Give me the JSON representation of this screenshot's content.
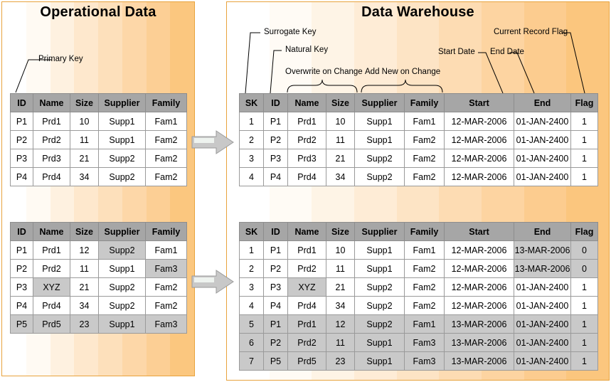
{
  "panels": {
    "left": {
      "title": "Operational Data"
    },
    "right": {
      "title": "Data Warehouse"
    }
  },
  "annotations": {
    "primary_key": "Primary Key",
    "surrogate_key": "Surrogate Key",
    "natural_key": "Natural Key",
    "overwrite_on_change": "Overwrite on Change",
    "add_new_on_change": "Add New on Change",
    "start_date": "Start Date",
    "end_date": "End Date",
    "current_record_flag": "Current Record Flag"
  },
  "arrows": {
    "top": "right-arrow",
    "bottom": "right-arrow"
  },
  "tables": {
    "op_before": {
      "columns": [
        "ID",
        "Name",
        "Size",
        "Supplier",
        "Family"
      ],
      "rows": [
        {
          "cells": [
            "P1",
            "Prd1",
            "10",
            "Supp1",
            "Fam1"
          ],
          "row_highlight": false,
          "cell_highlight": []
        },
        {
          "cells": [
            "P2",
            "Prd2",
            "11",
            "Supp1",
            "Fam2"
          ],
          "row_highlight": false,
          "cell_highlight": []
        },
        {
          "cells": [
            "P3",
            "Prd3",
            "21",
            "Supp2",
            "Fam2"
          ],
          "row_highlight": false,
          "cell_highlight": []
        },
        {
          "cells": [
            "P4",
            "Prd4",
            "34",
            "Supp2",
            "Fam2"
          ],
          "row_highlight": false,
          "cell_highlight": []
        }
      ]
    },
    "op_after": {
      "columns": [
        "ID",
        "Name",
        "Size",
        "Supplier",
        "Family"
      ],
      "rows": [
        {
          "cells": [
            "P1",
            "Prd1",
            "12",
            "Supp2",
            "Fam1"
          ],
          "row_highlight": false,
          "cell_highlight": [
            3
          ]
        },
        {
          "cells": [
            "P2",
            "Prd2",
            "11",
            "Supp1",
            "Fam3"
          ],
          "row_highlight": false,
          "cell_highlight": [
            4
          ]
        },
        {
          "cells": [
            "P3",
            "XYZ",
            "21",
            "Supp2",
            "Fam2"
          ],
          "row_highlight": false,
          "cell_highlight": [
            1
          ]
        },
        {
          "cells": [
            "P4",
            "Prd4",
            "34",
            "Supp2",
            "Fam2"
          ],
          "row_highlight": false,
          "cell_highlight": []
        },
        {
          "cells": [
            "P5",
            "Prd5",
            "23",
            "Supp1",
            "Fam3"
          ],
          "row_highlight": true,
          "cell_highlight": []
        }
      ]
    },
    "dw_before": {
      "columns": [
        "SK",
        "ID",
        "Name",
        "Size",
        "Supplier",
        "Family",
        "Start",
        "End",
        "Flag"
      ],
      "rows": [
        {
          "cells": [
            "1",
            "P1",
            "Prd1",
            "10",
            "Supp1",
            "Fam1",
            "12-MAR-2006",
            "01-JAN-2400",
            "1"
          ],
          "row_highlight": false,
          "cell_highlight": []
        },
        {
          "cells": [
            "2",
            "P2",
            "Prd2",
            "11",
            "Supp1",
            "Fam2",
            "12-MAR-2006",
            "01-JAN-2400",
            "1"
          ],
          "row_highlight": false,
          "cell_highlight": []
        },
        {
          "cells": [
            "3",
            "P3",
            "Prd3",
            "21",
            "Supp2",
            "Fam2",
            "12-MAR-2006",
            "01-JAN-2400",
            "1"
          ],
          "row_highlight": false,
          "cell_highlight": []
        },
        {
          "cells": [
            "4",
            "P4",
            "Prd4",
            "34",
            "Supp2",
            "Fam2",
            "12-MAR-2006",
            "01-JAN-2400",
            "1"
          ],
          "row_highlight": false,
          "cell_highlight": []
        }
      ]
    },
    "dw_after": {
      "columns": [
        "SK",
        "ID",
        "Name",
        "Size",
        "Supplier",
        "Family",
        "Start",
        "End",
        "Flag"
      ],
      "rows": [
        {
          "cells": [
            "1",
            "P1",
            "Prd1",
            "10",
            "Supp1",
            "Fam1",
            "12-MAR-2006",
            "13-MAR-2006",
            "0"
          ],
          "row_highlight": false,
          "cell_highlight": [
            7,
            8
          ]
        },
        {
          "cells": [
            "2",
            "P2",
            "Prd2",
            "11",
            "Supp1",
            "Fam2",
            "12-MAR-2006",
            "13-MAR-2006",
            "0"
          ],
          "row_highlight": false,
          "cell_highlight": [
            7,
            8
          ]
        },
        {
          "cells": [
            "3",
            "P3",
            "XYZ",
            "21",
            "Supp2",
            "Fam2",
            "12-MAR-2006",
            "01-JAN-2400",
            "1"
          ],
          "row_highlight": false,
          "cell_highlight": [
            2
          ]
        },
        {
          "cells": [
            "4",
            "P4",
            "Prd4",
            "34",
            "Supp2",
            "Fam2",
            "12-MAR-2006",
            "01-JAN-2400",
            "1"
          ],
          "row_highlight": false,
          "cell_highlight": []
        },
        {
          "cells": [
            "5",
            "P1",
            "Prd1",
            "12",
            "Supp2",
            "Fam1",
            "13-MAR-2006",
            "01-JAN-2400",
            "1"
          ],
          "row_highlight": true,
          "cell_highlight": []
        },
        {
          "cells": [
            "6",
            "P2",
            "Prd2",
            "11",
            "Supp1",
            "Fam3",
            "13-MAR-2006",
            "01-JAN-2400",
            "1"
          ],
          "row_highlight": true,
          "cell_highlight": []
        },
        {
          "cells": [
            "7",
            "P5",
            "Prd5",
            "23",
            "Supp1",
            "Fam3",
            "13-MAR-2006",
            "01-JAN-2400",
            "1"
          ],
          "row_highlight": true,
          "cell_highlight": []
        }
      ]
    }
  },
  "colors": {
    "panel_border": "#e8a33d",
    "header_gray": "#a6a6a6",
    "highlight_gray": "#c9c9c9",
    "gradient_start": "#ffffff",
    "gradient_end": "#fabf5e",
    "arrow_fill": "#c8c8c8"
  }
}
